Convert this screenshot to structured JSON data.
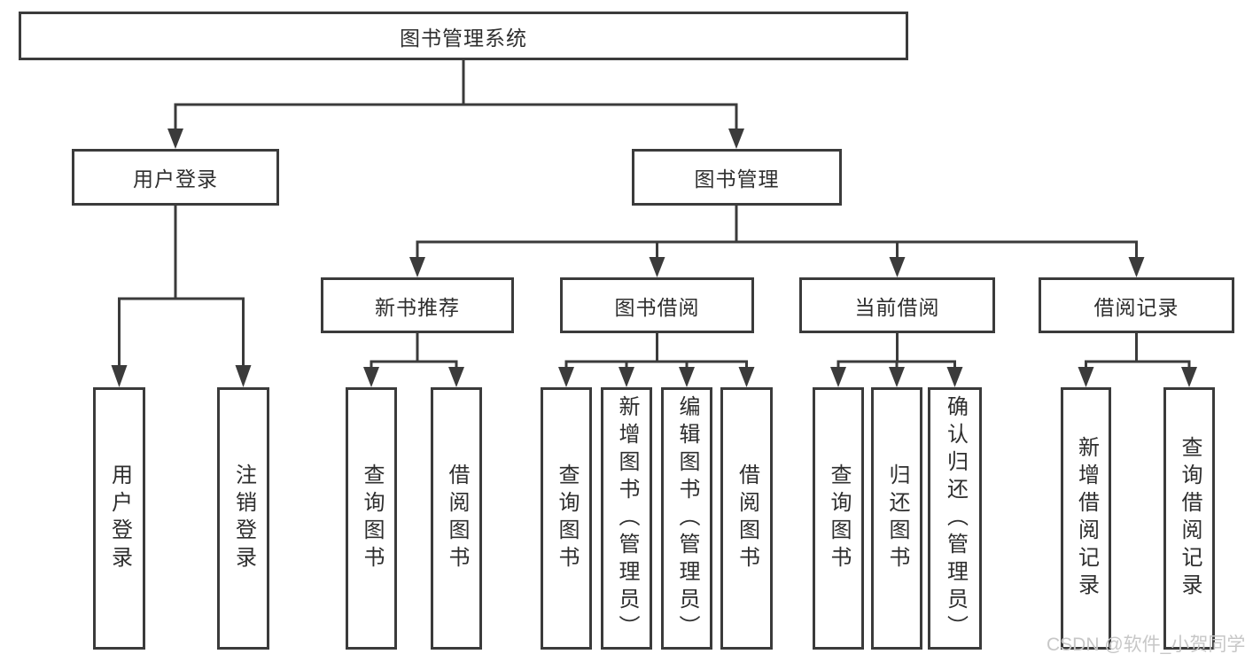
{
  "colors": {
    "line": "#3b3b3b",
    "text": "#2e2e2e",
    "watermark": "#c7c7c7",
    "background": "#ffffff"
  },
  "tree": {
    "root": {
      "label": "图书管理系统"
    },
    "level2": [
      {
        "id": "user-login",
        "label": "用户登录"
      },
      {
        "id": "book-management",
        "label": "图书管理"
      }
    ],
    "level3": [
      {
        "id": "new-book-recommend",
        "label": "新书推荐",
        "parent": "图书管理"
      },
      {
        "id": "book-borrowing",
        "label": "图书借阅",
        "parent": "图书管理"
      },
      {
        "id": "current-borrowing",
        "label": "当前借阅",
        "parent": "图书管理"
      },
      {
        "id": "borrowing-records",
        "label": "借阅记录",
        "parent": "图书管理"
      }
    ],
    "leaves": [
      {
        "group": "用户登录",
        "label": "用户登录"
      },
      {
        "group": "用户登录",
        "label": "注销登录"
      },
      {
        "group": "新书推荐",
        "label": "查询图书"
      },
      {
        "group": "新书推荐",
        "label": "借阅图书"
      },
      {
        "group": "图书借阅",
        "label": "查询图书"
      },
      {
        "group": "图书借阅",
        "label": "新增图书（管理员）"
      },
      {
        "group": "图书借阅",
        "label": "编辑图书（管理员）"
      },
      {
        "group": "图书借阅",
        "label": "借阅图书"
      },
      {
        "group": "当前借阅",
        "label": "查询图书"
      },
      {
        "group": "当前借阅",
        "label": "归还图书"
      },
      {
        "group": "当前借阅",
        "label": "确认归还（管理员）"
      },
      {
        "group": "借阅记录",
        "label": "新增借阅记录"
      },
      {
        "group": "借阅记录",
        "label": "查询借阅记录"
      }
    ]
  },
  "watermark": {
    "text": "CSDN @软件_小贺同学"
  }
}
